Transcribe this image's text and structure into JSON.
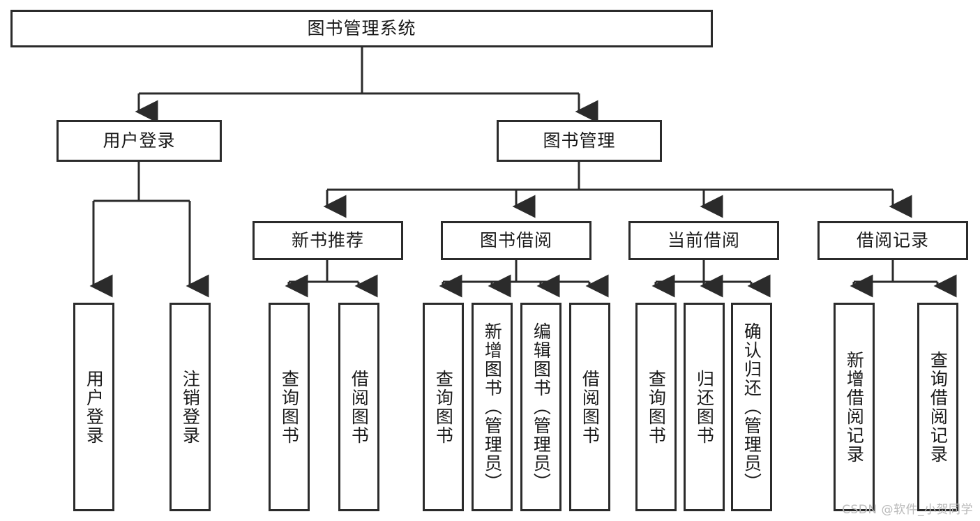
{
  "diagram": {
    "title": "图书管理系统",
    "watermark": "CSDN @软件_小贺同学",
    "level1": {
      "root": "图书管理系统"
    },
    "level2": [
      {
        "label": "用户登录"
      },
      {
        "label": "图书管理"
      }
    ],
    "level3": [
      {
        "label": "新书推荐"
      },
      {
        "label": "图书借阅"
      },
      {
        "label": "当前借阅"
      },
      {
        "label": "借阅记录"
      }
    ],
    "leaves": {
      "user_login": [
        {
          "label": "用户登录"
        },
        {
          "label": "注销登录"
        }
      ],
      "new_book_recommend": [
        {
          "label": "查询图书"
        },
        {
          "label": "借阅图书"
        }
      ],
      "book_borrow": [
        {
          "label": "查询图书"
        },
        {
          "label": "新增图书（管理员）"
        },
        {
          "label": "编辑图书（管理员）"
        },
        {
          "label": "借阅图书"
        }
      ],
      "current_borrow": [
        {
          "label": "查询图书"
        },
        {
          "label": "归还图书"
        },
        {
          "label": "确认归还（管理员）"
        }
      ],
      "borrow_record": [
        {
          "label": "新增借阅记录"
        },
        {
          "label": "查询借阅记录"
        }
      ]
    },
    "colors": {
      "stroke": "#2b2b2b",
      "background": "#ffffff",
      "text": "#1a1a1a",
      "watermark": "#b9b9b9"
    }
  }
}
